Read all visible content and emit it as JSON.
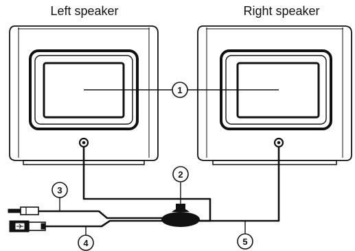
{
  "speakers": {
    "left_label": "Left speaker",
    "right_label": "Right speaker"
  },
  "callouts": {
    "c1": "1",
    "c2": "2",
    "c3": "3",
    "c4": "4",
    "c5": "5"
  },
  "colors": {
    "line": "#111111",
    "background": "#ffffff",
    "screen_fill": "#ffffff",
    "volume_knob": "#111111"
  }
}
